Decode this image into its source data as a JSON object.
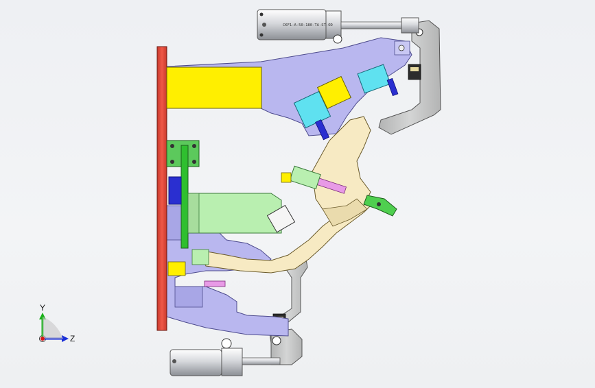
{
  "view": {
    "background_top": "#eef0f3",
    "background_bottom": "#eef0f2"
  },
  "cylinder_top": {
    "label": "CKF1-A-50-180-TA-ST-OD"
  },
  "triad": {
    "y_label": "Y",
    "z_label": "Z",
    "y_color": "#18b018",
    "z_color": "#1a2fd8",
    "x_color": "#d81818"
  },
  "colors": {
    "base_plate": "#e84c3d",
    "lavender_body": "#b9b7ef",
    "clamp_arm": "#c7c8c7",
    "yellow_block": "#ffef00",
    "green_plate": "#2fbf2f",
    "light_green": "#b9efb0",
    "cyan_block": "#5fe1f0",
    "blue_pin": "#2a2fd0",
    "tan_part": "#f7eac3",
    "magenta_pad": "#e89ae6"
  }
}
